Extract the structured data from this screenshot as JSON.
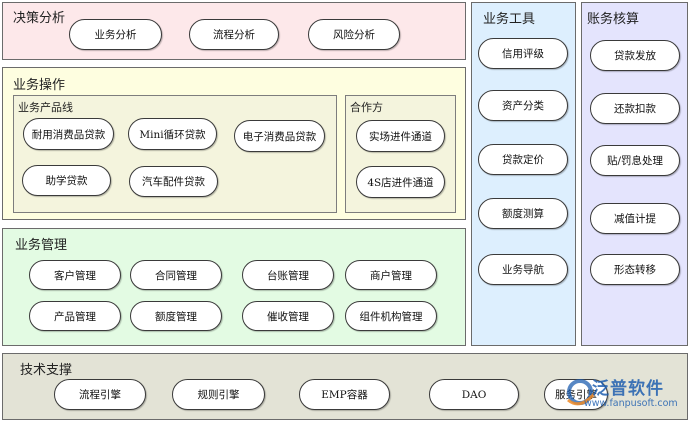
{
  "colors": {
    "decision_bg": "#fde8ea",
    "operations_bg": "#fefee0",
    "management_bg": "#e3fbe3",
    "tools_bg": "#ddeffe",
    "accounts_bg": "#e4e4fd",
    "tech_bg": "#e3e3d6",
    "subpanel_bg": "#f4f4dd",
    "watermark": "#1f5fb0"
  },
  "decision": {
    "title": "决策分析",
    "items": [
      "业务分析",
      "流程分析",
      "风险分析"
    ]
  },
  "operations": {
    "title": "业务操作",
    "product_line": {
      "title": "业务产品线",
      "items": [
        "耐用消费品贷款",
        "Mini循环贷款",
        "电子消费品贷款",
        "助学贷款",
        "汽车配件贷款"
      ]
    },
    "partners": {
      "title": "合作方",
      "items": [
        "实场进件通道",
        "4S店进件通道"
      ]
    }
  },
  "management": {
    "title": "业务管理",
    "items": [
      "客户管理",
      "合同管理",
      "台账管理",
      "商户管理",
      "产品管理",
      "额度管理",
      "催收管理",
      "组件机构管理"
    ]
  },
  "tools": {
    "title": "业务工具",
    "items": [
      "信用评级",
      "资产分类",
      "贷款定价",
      "额度测算",
      "业务导航"
    ]
  },
  "accounts": {
    "title": "账务核算",
    "items": [
      "贷款发放",
      "还款扣款",
      "贴/罚息处理",
      "减值计提",
      "形态转移"
    ]
  },
  "tech": {
    "title": "技术支撑",
    "items": [
      "流程引擎",
      "规则引擎",
      "EMP容器",
      "DAO",
      "服务引擎"
    ]
  },
  "watermark": {
    "name": "泛普软件",
    "url": "www.fanpusoft.com",
    "icon": "fanpu-logo-icon"
  }
}
